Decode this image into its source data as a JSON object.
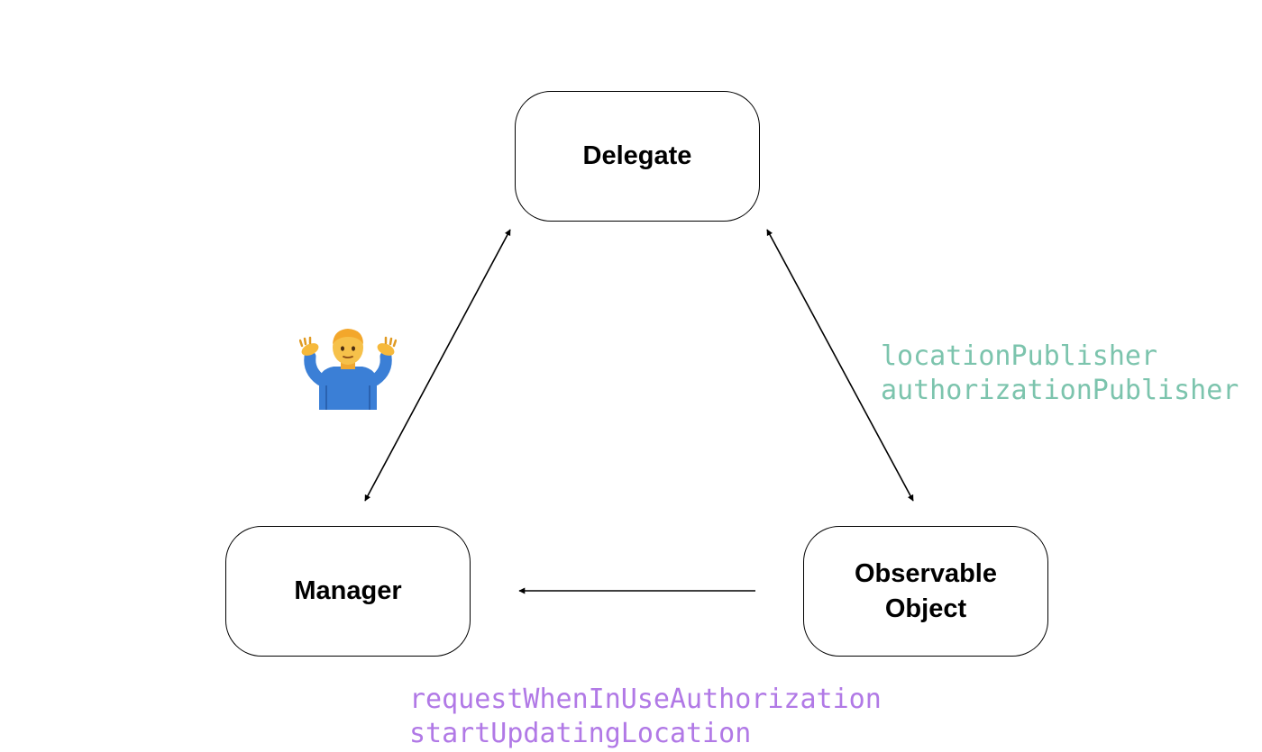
{
  "nodes": {
    "delegate": {
      "label": "Delegate"
    },
    "manager": {
      "label": "Manager"
    },
    "observable_object": {
      "label": "Observable\nObject"
    }
  },
  "edges": [
    {
      "from": "delegate",
      "to": "manager",
      "bidirectional": true
    },
    {
      "from": "delegate",
      "to": "observable_object",
      "bidirectional": true
    },
    {
      "from": "observable_object",
      "to": "manager",
      "bidirectional": false
    }
  ],
  "publisher_labels": {
    "color": "#7cc4ad",
    "lines": [
      "locationPublisher",
      "authorizationPublisher"
    ]
  },
  "manager_call_labels": {
    "color": "#b179e6",
    "lines": [
      "requestWhenInUseAuthorization",
      "startUpdatingLocation"
    ]
  },
  "decorations": {
    "shrug_icon": "person-shrugging-icon"
  }
}
